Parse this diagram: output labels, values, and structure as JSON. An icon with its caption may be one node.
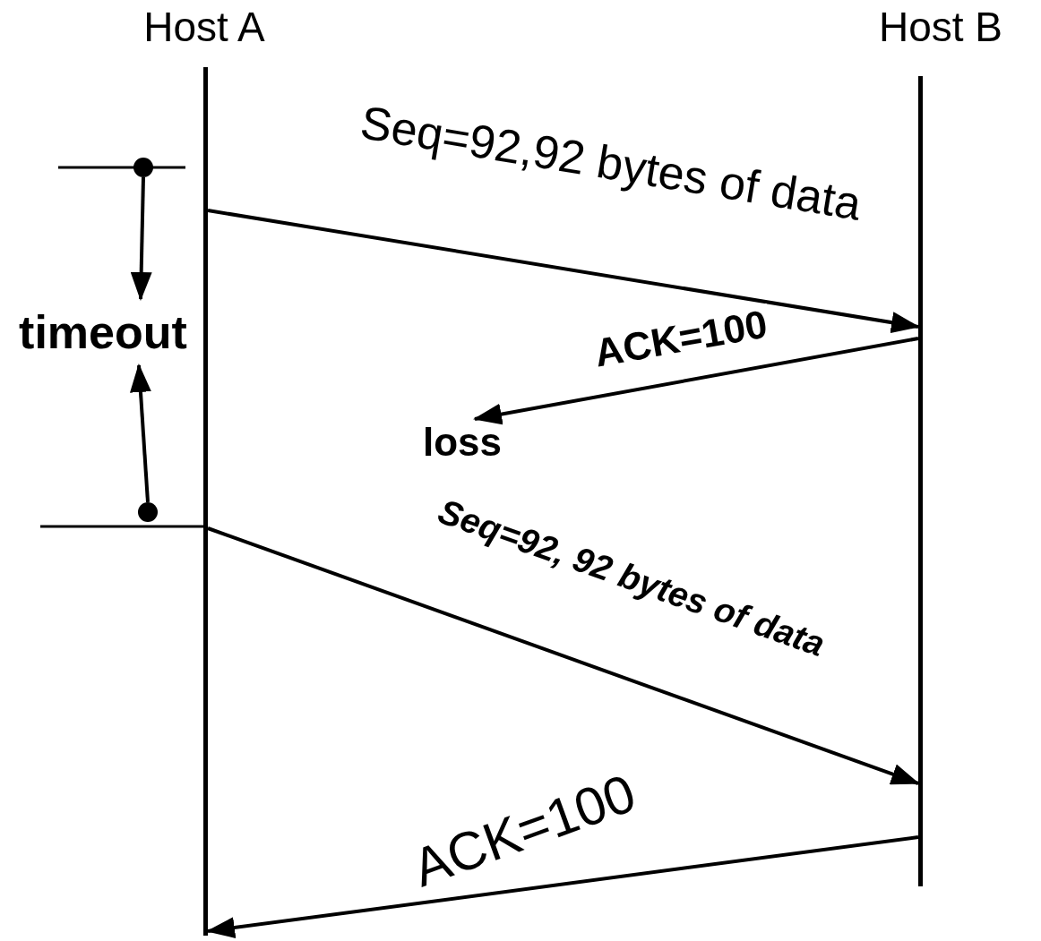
{
  "diagram": {
    "nodes": [
      {
        "text": [
          "Host A"
        ]
      },
      {
        "text": [
          "Host B"
        ]
      },
      {
        "text": [
          "loss"
        ]
      },
      {
        "text": [
          "timeout"
        ]
      },
      {
        "text": [],
        "shape": "circle"
      },
      {
        "text": [],
        "shape": "circle"
      }
    ],
    "edges": [
      {
        "from": 0,
        "to": 1,
        "arrow": "to",
        "label": "Seq=92,92 bytes of data"
      },
      {
        "from": 1,
        "to": 2,
        "arrow": "to",
        "label": "ACK=100"
      },
      {
        "from": 0,
        "to": 1,
        "arrow": "to",
        "label": "Seq=92, 92 bytes of data"
      },
      {
        "from": 1,
        "to": 0,
        "arrow": "to",
        "label": "ACK=100"
      },
      {
        "from": 4,
        "to": 3,
        "arrow": "to"
      },
      {
        "from": 5,
        "to": 3,
        "arrow": "to"
      }
    ]
  }
}
